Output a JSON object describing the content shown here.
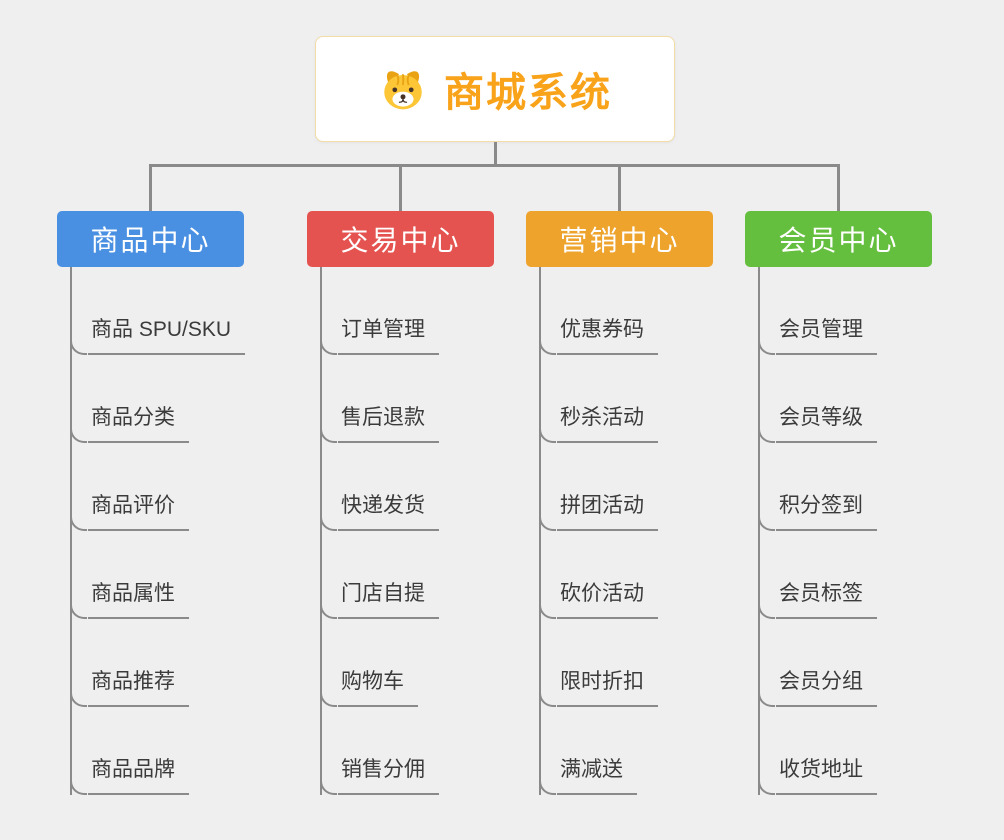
{
  "root": {
    "title": "商城系统",
    "icon": "dog-icon"
  },
  "branches": [
    {
      "label": "商品中心",
      "color": "#4a90e2",
      "children": [
        "商品 SPU/SKU",
        "商品分类",
        "商品评价",
        "商品属性",
        "商品推荐",
        "商品品牌"
      ]
    },
    {
      "label": "交易中心",
      "color": "#e4534f",
      "children": [
        "订单管理",
        "售后退款",
        "快递发货",
        "门店自提",
        "购物车",
        "销售分佣"
      ]
    },
    {
      "label": "营销中心",
      "color": "#eea32c",
      "children": [
        "优惠券码",
        "秒杀活动",
        "拼团活动",
        "砍价活动",
        "限时折扣",
        "满减送"
      ]
    },
    {
      "label": "会员中心",
      "color": "#65bf3e",
      "children": [
        "会员管理",
        "会员等级",
        "积分签到",
        "会员标签",
        "会员分组",
        "收货地址"
      ]
    }
  ],
  "colors": {
    "root_title": "#f9a31b",
    "root_border": "#f3dca6",
    "connector": "#8a8a8a",
    "background": "#efefef"
  }
}
